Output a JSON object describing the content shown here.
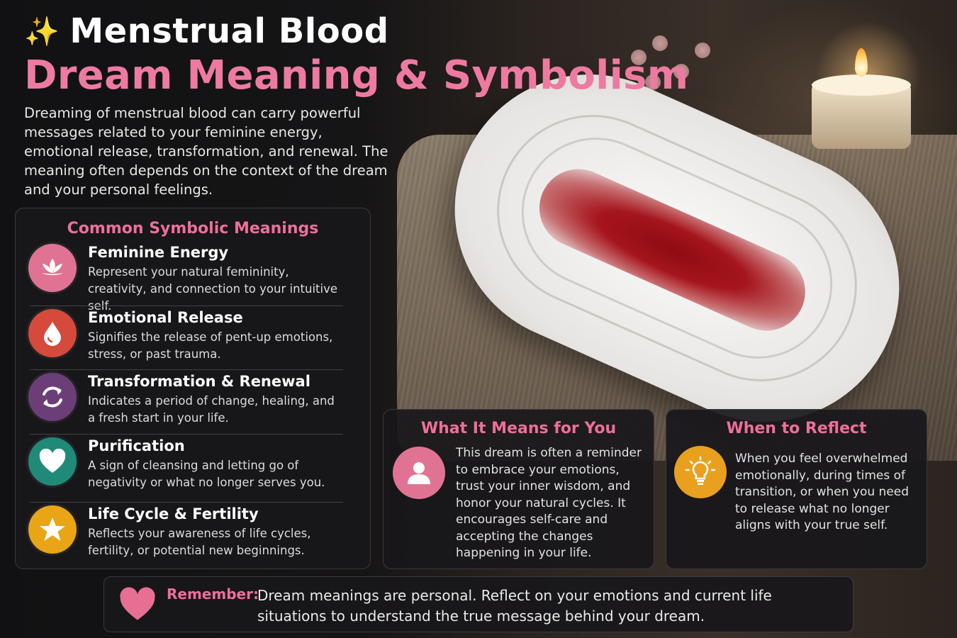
{
  "header": {
    "title_line1": "Menstrual Blood",
    "title_line2": "Dream Meaning & Symbolism",
    "intro": "Dreaming of menstrual blood can carry powerful messages related to your feminine energy, emotional release, transformation, and renewal. The meaning often depends on the context of the dream and your personal feelings."
  },
  "symbolic": {
    "title": "Common Symbolic Meanings",
    "items": [
      {
        "name": "Feminine Energy",
        "desc": "Represent your natural femininity, creativity, and connection to your intuitive self.",
        "icon": "lotus-icon",
        "color": "#e07393"
      },
      {
        "name": "Emotional Release",
        "desc": "Signifies the release of pent-up emotions, stress, or past trauma.",
        "icon": "droplet-icon",
        "color": "#d54a3a"
      },
      {
        "name": "Transformation & Renewal",
        "desc": "Indicates a period of change, healing, and a fresh start in your life.",
        "icon": "cycle-arrows-icon",
        "color": "#6c3e78"
      },
      {
        "name": "Purification",
        "desc": "A sign of cleansing and letting go of negativity or what no longer serves you.",
        "icon": "heart-icon",
        "color": "#1f8a78"
      },
      {
        "name": "Life Cycle & Fertility",
        "desc": "Reflects your awareness of life cycles, fertility, or potential new beginnings.",
        "icon": "star-icon",
        "color": "#e9a515"
      }
    ]
  },
  "means": {
    "title": "What It Means for You",
    "text": "This dream is often a reminder to embrace your emotions, trust your inner wisdom, and honor your natural cycles. It encourages self-care and accepting the changes happening in your life.",
    "icon": "person-icon",
    "color": "#e07393"
  },
  "reflect": {
    "title": "When to Reflect",
    "text": "When you feel overwhelmed emotionally, during times of transition, or when you need to release what no longer aligns with your true self.",
    "icon": "lightbulb-icon",
    "color": "#e9a01f"
  },
  "remember": {
    "label": "Remember:",
    "text": "Dream meanings are personal. Reflect on your emotions and current life situations to understand the true message behind your dream.",
    "icon": "heart-icon",
    "color": "#e86f94"
  },
  "colors": {
    "accent_pink": "#ee6f9a",
    "panel_bg": "#18171a"
  }
}
